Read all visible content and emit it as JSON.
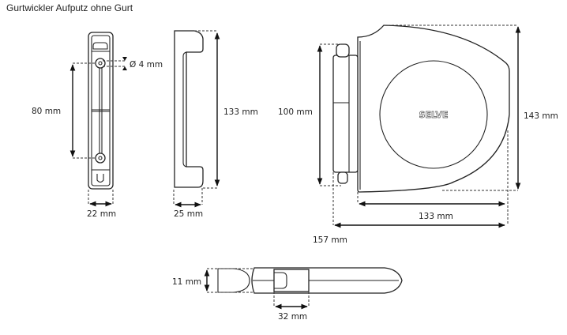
{
  "title": "Gurtwickler Aufputz ohne Gurt",
  "back_plate": {
    "hole_spacing": "80 mm",
    "hole_diameter": "Ø 4 mm",
    "width": "22 mm"
  },
  "side_view": {
    "height": "133 mm",
    "depth": "25 mm"
  },
  "front_view": {
    "logo": "SELVE",
    "plate_height": "100 mm",
    "height": "143 mm",
    "body_width": "133 mm",
    "total_width": "157 mm"
  },
  "bottom_view": {
    "thickness": "11 mm",
    "slot_width": "32 mm"
  }
}
